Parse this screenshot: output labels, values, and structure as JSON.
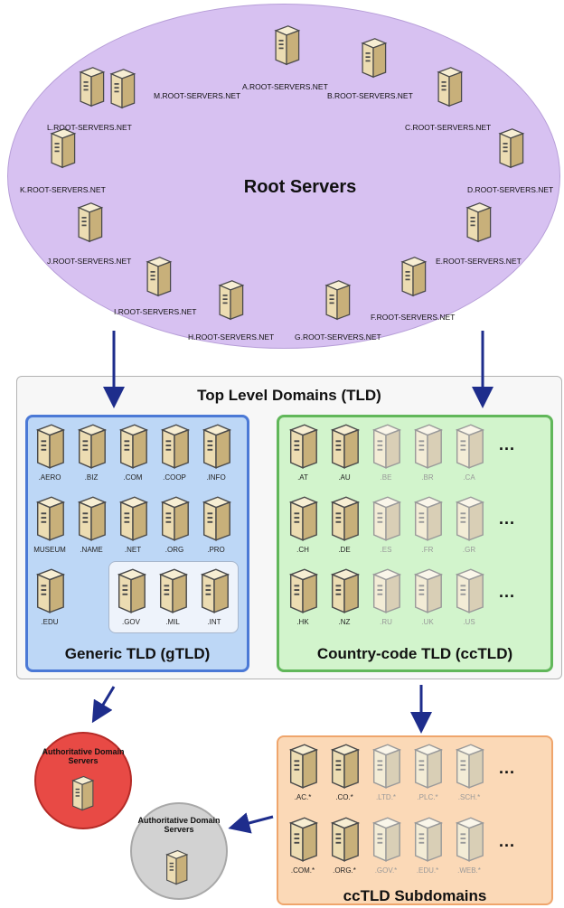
{
  "root": {
    "title": "Root Servers",
    "servers": {
      "a": "A.ROOT-SERVERS.NET",
      "b": "B.ROOT-SERVERS.NET",
      "c": "C.ROOT-SERVERS.NET",
      "d": "D.ROOT-SERVERS.NET",
      "e": "E.ROOT-SERVERS.NET",
      "f": "F.ROOT-SERVERS.NET",
      "g": "G.ROOT-SERVERS.NET",
      "h": "H.ROOT-SERVERS.NET",
      "i": "I.ROOT-SERVERS.NET",
      "j": "J.ROOT-SERVERS.NET",
      "k": "K.ROOT-SERVERS.NET",
      "l": "L.ROOT-SERVERS.NET",
      "m": "M.ROOT-SERVERS.NET"
    }
  },
  "tld": {
    "title": "Top Level Domains (TLD)",
    "generic": {
      "title": "Generic TLD (gTLD)",
      "row1": [
        ".AERO",
        ".BIZ",
        ".COM",
        ".COOP",
        ".INFO"
      ],
      "row2": [
        "MUSEUM",
        ".NAME",
        ".NET",
        ".ORG",
        ".PRO"
      ],
      "row3": [
        ".EDU"
      ],
      "restricted": [
        ".GOV",
        ".MIL",
        ".INT"
      ]
    },
    "country": {
      "title": "Country-code TLD (ccTLD)",
      "row1": [
        ".AT",
        ".AU",
        ".BE",
        ".BR",
        ".CA"
      ],
      "row2": [
        ".CH",
        ".DE",
        ".ES",
        ".FR",
        ".GR"
      ],
      "row3": [
        ".HK",
        ".NZ",
        ".RU",
        ".UK",
        ".US"
      ],
      "ellipsis": "..."
    }
  },
  "subdomains": {
    "title": "ccTLD Subdomains",
    "row1": [
      ".AC.*",
      ".CO.*",
      ".LTD.*",
      ".PLC.*",
      ".SCH.*"
    ],
    "row2": [
      ".COM.*",
      ".ORG.*",
      ".GOV.*",
      ".EDU.*",
      ".WEB.*"
    ],
    "ellipsis": "..."
  },
  "authoritative": {
    "red_label": "Authoritative Domain Servers",
    "gray_label": "Authoritative Domain Servers"
  },
  "colors": {
    "root_fill": "#d7c1f1",
    "gtld_fill": "#bdd7f6",
    "gtld_border": "#4b79d6",
    "cctld_fill": "#d2f4cc",
    "cctld_border": "#61b75a",
    "sub_fill": "#fbd9b7",
    "sub_border": "#efa56c",
    "arrow": "#1e2d8c",
    "auth_red": "#e84a45",
    "auth_gray": "#d2d2d2"
  }
}
